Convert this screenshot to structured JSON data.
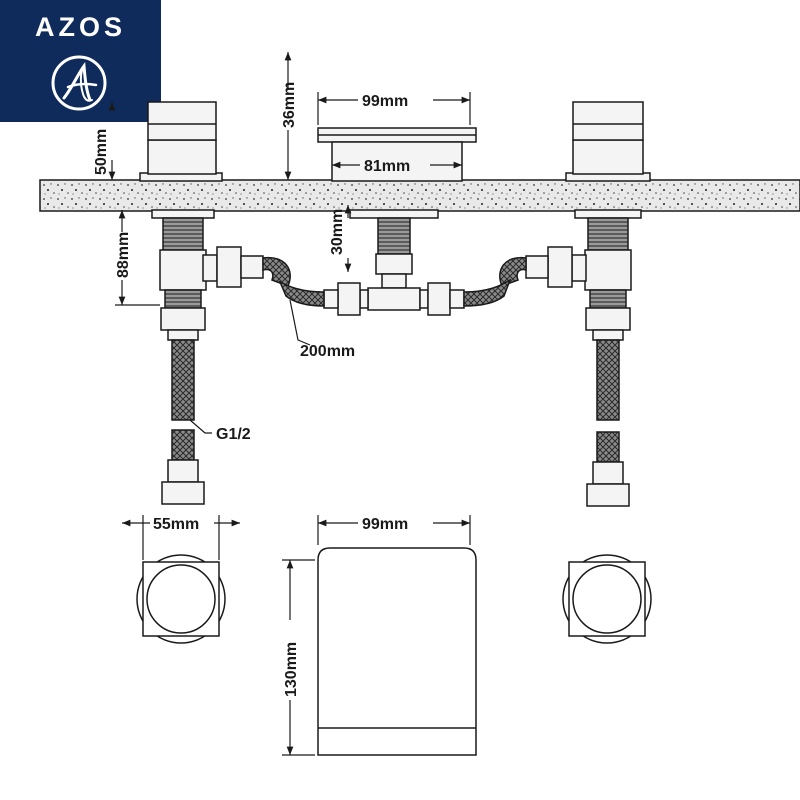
{
  "brand": {
    "name": "AZOS",
    "background": "#0f2b5b",
    "mark_icon": "script-a-logo"
  },
  "colors": {
    "line": "#1a1a1a",
    "countertop_fill": "#e9e9e9",
    "metal_fill": "#f4f4f4",
    "hose_fill": "#7d7d7d"
  },
  "dimensions": {
    "spout_top_width": "99mm",
    "spout_base_width": "81mm",
    "spout_height": "36mm",
    "handle_height": "50mm",
    "spout_shank_depth": "30mm",
    "valve_depth": "88mm",
    "connector_hose_length": "200mm",
    "inlet_thread": "G1/2",
    "handle_diameter": "55mm",
    "spout_plan_width": "99mm",
    "spout_plan_length": "130mm"
  }
}
